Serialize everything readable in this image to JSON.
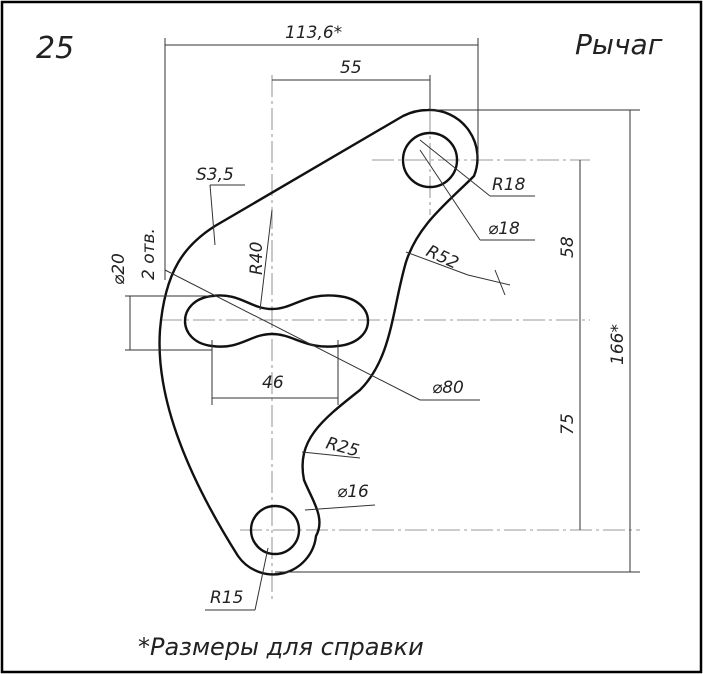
{
  "header": {
    "number": "25",
    "title": "Рычаг"
  },
  "dimensions": {
    "overall_width": "113,6*",
    "center_distance": "55",
    "top_boss_radius": "R18",
    "top_hole": "⌀18",
    "thickness": "S3,5",
    "slot_radius": "R40",
    "slot_width": "⌀20",
    "slot_count": "2 отв.",
    "right_arc": "R52",
    "upper_height": "58",
    "overall_height": "166*",
    "slot_length": "46",
    "big_circle": "⌀80",
    "lower_height": "75",
    "inner_arc": "R25",
    "bottom_hole": "⌀16",
    "bottom_boss_radius": "R15"
  },
  "footer": {
    "note": "*Размеры для справки"
  }
}
